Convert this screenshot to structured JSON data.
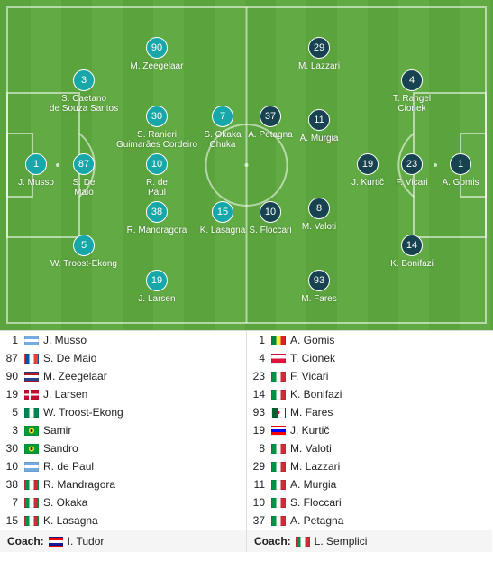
{
  "home_players": [
    {
      "number": "1",
      "name": "J. Musso"
    },
    {
      "number": "87",
      "name": "S. De\nMaio"
    },
    {
      "number": "90",
      "name": "M. Zeegelaar"
    },
    {
      "number": "3",
      "name": "S. Caetano\nde Souza Santos"
    },
    {
      "number": "30",
      "name": "S. Ranieri\nGuimarães Cordeiro"
    },
    {
      "number": "10",
      "name": "R. de\nPaul"
    },
    {
      "number": "38",
      "name": "R. Mandragora"
    },
    {
      "number": "5",
      "name": "W. Troost-Ekong"
    },
    {
      "number": "19",
      "name": "J. Larsen"
    },
    {
      "number": "7",
      "name": "S. Okaka\nChuka"
    },
    {
      "number": "15",
      "name": "K. Lasagna"
    }
  ],
  "away_players": [
    {
      "number": "1",
      "name": "A. Gomis"
    },
    {
      "number": "23",
      "name": "F. Vicari"
    },
    {
      "number": "19",
      "name": "J. Kurtič"
    },
    {
      "number": "4",
      "name": "T. Rangel\nCionek"
    },
    {
      "number": "14",
      "name": "K. Bonifazi"
    },
    {
      "number": "29",
      "name": "M. Lazzari"
    },
    {
      "number": "11",
      "name": "A. Murgia"
    },
    {
      "number": "8",
      "name": "M. Valoti"
    },
    {
      "number": "93",
      "name": "M. Fares"
    },
    {
      "number": "37",
      "name": "A. Petagna"
    },
    {
      "number": "10",
      "name": "S. Floccari"
    }
  ],
  "home_list": [
    {
      "number": "1",
      "name": "J. Musso",
      "flag": "argentina"
    },
    {
      "number": "87",
      "name": "S. De Maio",
      "flag": "france"
    },
    {
      "number": "90",
      "name": "M. Zeegelaar",
      "flag": "netherlands"
    },
    {
      "number": "19",
      "name": "J. Larsen",
      "flag": "denmark"
    },
    {
      "number": "5",
      "name": "W. Troost-Ekong",
      "flag": "nigeria"
    },
    {
      "number": "3",
      "name": "Samir",
      "flag": "brazil"
    },
    {
      "number": "30",
      "name": "Sandro",
      "flag": "brazil"
    },
    {
      "number": "10",
      "name": "R. de Paul",
      "flag": "argentina"
    },
    {
      "number": "38",
      "name": "R. Mandragora",
      "flag": "italy"
    },
    {
      "number": "7",
      "name": "S. Okaka",
      "flag": "italy"
    },
    {
      "number": "15",
      "name": "K. Lasagna",
      "flag": "italy"
    }
  ],
  "away_list": [
    {
      "number": "1",
      "name": "A. Gomis",
      "flag": "senegal"
    },
    {
      "number": "4",
      "name": "T. Cionek",
      "flag": "poland"
    },
    {
      "number": "23",
      "name": "F. Vicari",
      "flag": "italy"
    },
    {
      "number": "14",
      "name": "K. Bonifazi",
      "flag": "italy"
    },
    {
      "number": "93",
      "name": "M. Fares",
      "flag": "algeria"
    },
    {
      "number": "19",
      "name": "J. Kurtič",
      "flag": "slovenia"
    },
    {
      "number": "8",
      "name": "M. Valoti",
      "flag": "italy"
    },
    {
      "number": "29",
      "name": "M. Lazzari",
      "flag": "italy"
    },
    {
      "number": "11",
      "name": "A. Murgia",
      "flag": "italy"
    },
    {
      "number": "10",
      "name": "S. Floccari",
      "flag": "italy"
    },
    {
      "number": "37",
      "name": "A. Petagna",
      "flag": "italy"
    }
  ],
  "home_coach": {
    "label": "Coach:",
    "name": "I. Tudor",
    "flag": "croatia"
  },
  "away_coach": {
    "label": "Coach:",
    "name": "L. Semplici",
    "flag": "italy"
  },
  "colors": {
    "home": "#17a7a8",
    "away": "#174250",
    "pitch": "#5aa33d"
  }
}
